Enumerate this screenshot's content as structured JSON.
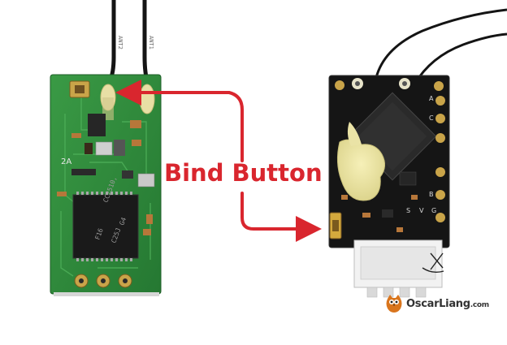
{
  "annotation": {
    "bind_button_label": "Bind Button"
  },
  "left_board": {
    "chip_line1": "CC2510,",
    "chip_line2": "F16",
    "chip_line3": "C25J",
    "chip_line4": "G4",
    "silkscreen": "2A",
    "antenna_left_label": "ANT2",
    "antenna_right_label": "ANT1"
  },
  "right_board": {
    "label_s": "S",
    "label_v": "V",
    "label_g": "G",
    "label_b": "B",
    "label_c": "C",
    "label_a": "A"
  },
  "watermark": {
    "brand": "OscarLiang",
    "domain": ".com"
  },
  "colors": {
    "arrow": "#d9262e",
    "left_pcb": "#2e8a3a",
    "right_pcb": "#151515",
    "glue": "#ede7a4",
    "wire": "#141414"
  }
}
